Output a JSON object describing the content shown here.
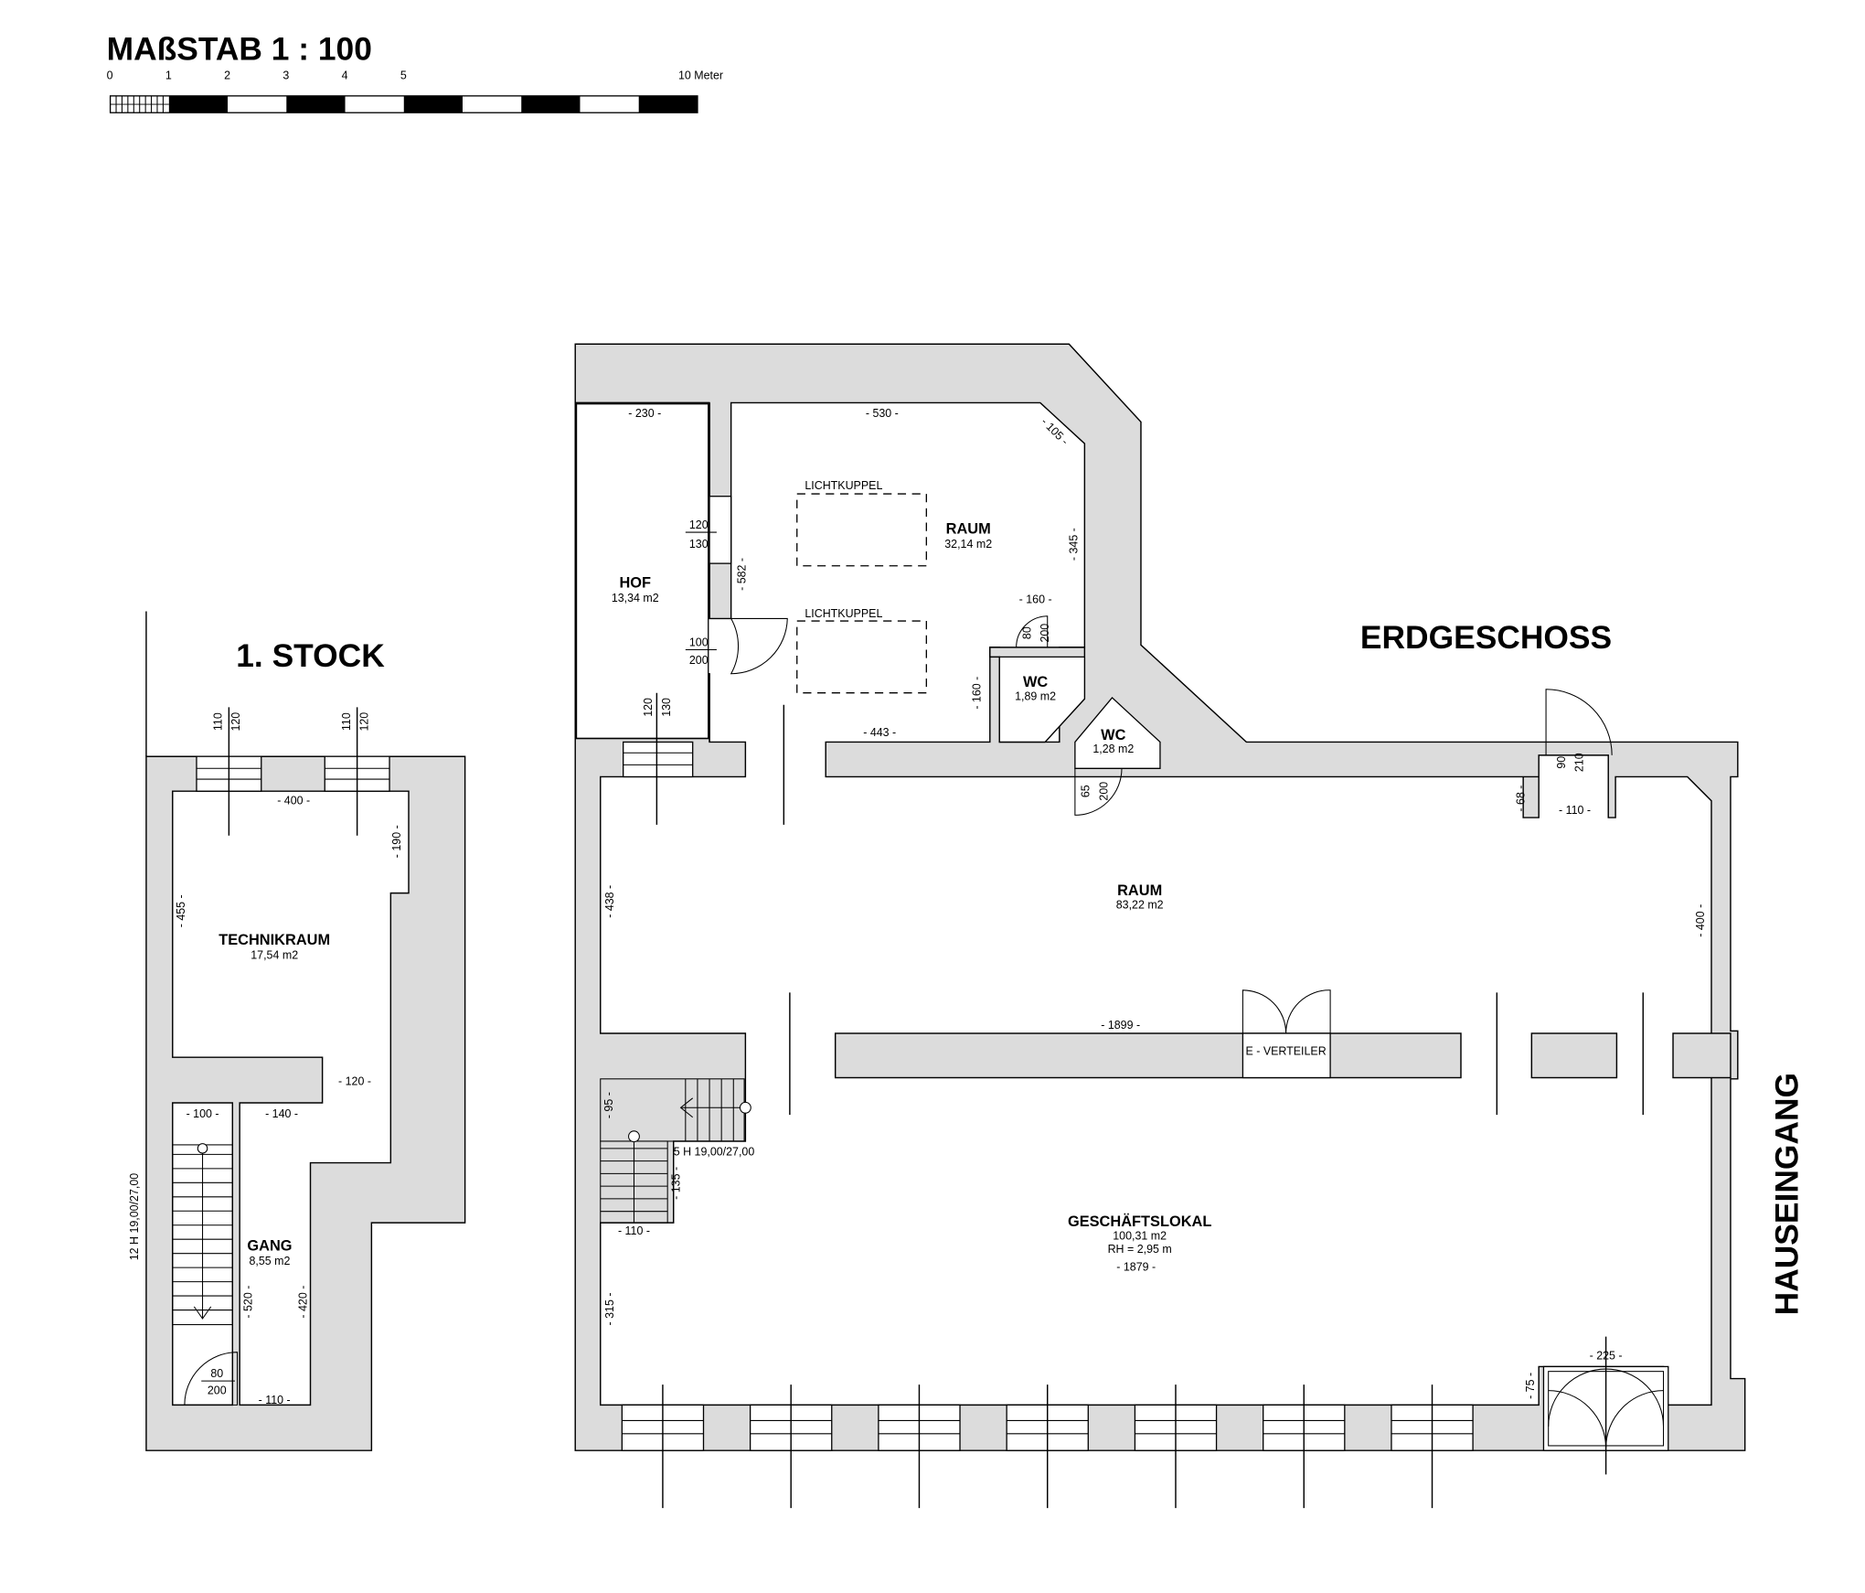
{
  "scale": {
    "title": "MAßSTAB 1 : 100",
    "ticks": [
      "0",
      "1",
      "2",
      "3",
      "4",
      "5"
    ],
    "end_label": "10 Meter"
  },
  "floors": {
    "upper": "1. STOCK",
    "ground": "ERDGESCHOSS",
    "entrance": "HAUSEINGANG"
  },
  "rooms": {
    "hof": {
      "name": "HOF",
      "area": "13,34 m2"
    },
    "raum1": {
      "name": "RAUM",
      "area": "32,14 m2"
    },
    "wc1": {
      "name": "WC",
      "area": "1,89 m2"
    },
    "wc2": {
      "name": "WC",
      "area": "1,28 m2"
    },
    "raum2": {
      "name": "RAUM",
      "area": "83,22 m2"
    },
    "geschaeft": {
      "name": "GESCHÄFTSLOKAL",
      "area": "100,31 m2",
      "height": "RH = 2,95 m"
    },
    "technik": {
      "name": "TECHNIKRAUM",
      "area": "17,54 m2"
    },
    "gang": {
      "name": "GANG",
      "area": "8,55 m2"
    }
  },
  "labels": {
    "lichtkuppel_1": "LICHTKUPPEL",
    "lichtkuppel_2": "LICHTKUPPEL",
    "verteiler": "E - VERTEILER",
    "stair_ground": "5 H 19,00/27,00",
    "stair_upper": "12 H 19,00/27,00"
  },
  "dimensions": {
    "d230": "- 230 -",
    "d530": "- 530 -",
    "d105": "- 105 -",
    "d345": "- 345 -",
    "d582": "- 582 -",
    "d160a": "- 160 -",
    "d160b": "- 160 -",
    "d443": "- 443 -",
    "d438": "- 438 -",
    "d400g": "- 400 -",
    "d68": "- 68 -",
    "d110a": "- 110 -",
    "d1899": "- 1899 -",
    "d1879": "- 1879 -",
    "d95": "- 95 -",
    "d135": "- 135 -",
    "d110b": "- 110 -",
    "d315": "- 315 -",
    "d75": "- 75 -",
    "d225": "- 225 -",
    "d400u": "- 400 -",
    "d190": "- 190 -",
    "d455": "- 455 -",
    "d120u": "- 120 -",
    "d100u": "- 100 -",
    "d140u": "- 140 -",
    "d520u": "- 520 -",
    "d420u": "- 420 -",
    "d110u": "- 110 -",
    "o120a": "120",
    "o130a": "130",
    "o100a": "100",
    "o200a": "200",
    "o120b": "120",
    "o130b": "130",
    "o80a": "80",
    "o200b": "200",
    "o65": "65",
    "o200c": "200",
    "o90": "90",
    "o210": "210",
    "u110a": "110",
    "u120a": "120",
    "u110b": "110",
    "u120b": "120",
    "u80": "80",
    "u200": "200"
  }
}
